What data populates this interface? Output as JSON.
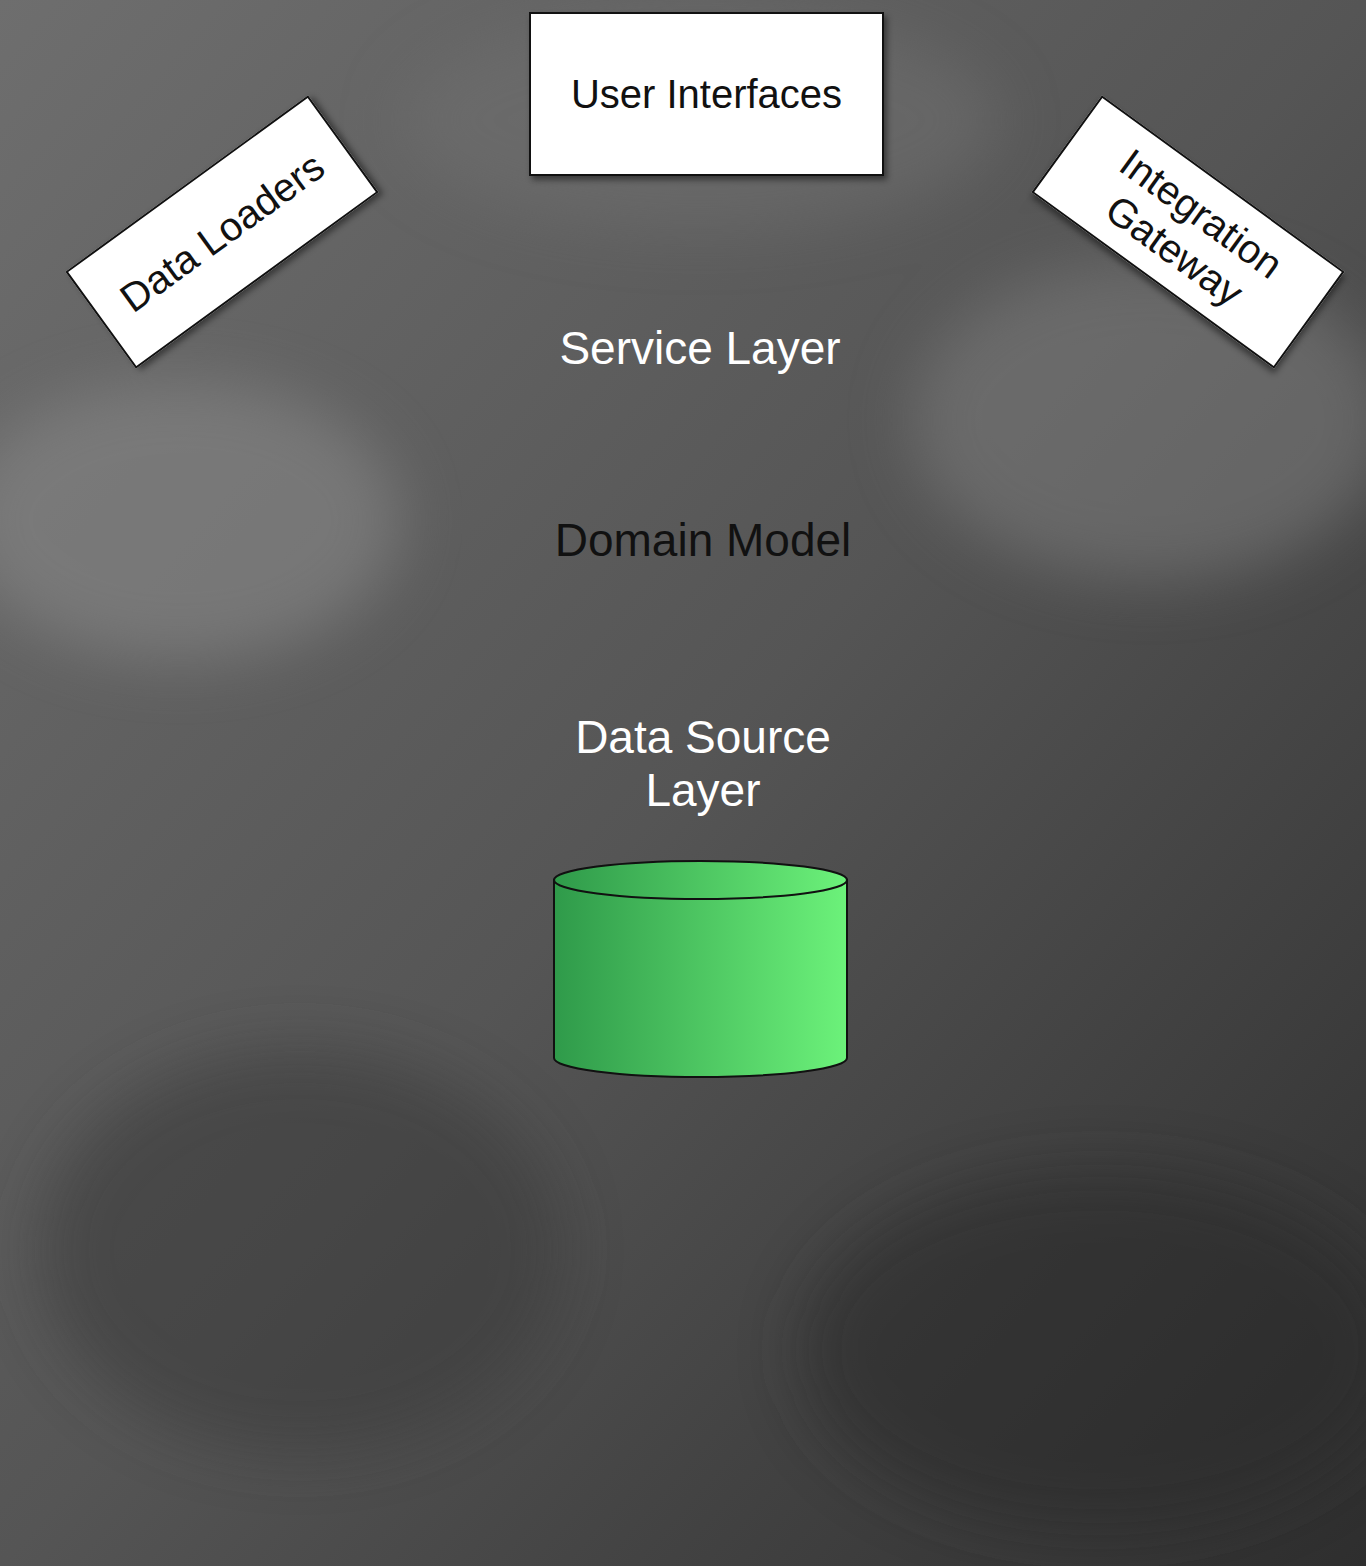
{
  "diagram": {
    "nodes": [
      {
        "text": [
          "Data Loaders"
        ]
      },
      {
        "text": [
          "User Interfaces"
        ]
      },
      {
        "text": [
          "Integration Gateway"
        ]
      },
      {
        "text": [
          "Service Layer"
        ]
      },
      {
        "text": [
          "Domain Model"
        ],
        "in": 3
      },
      {
        "text": [
          "Data Source Layer"
        ],
        "in": 4
      }
    ]
  }
}
